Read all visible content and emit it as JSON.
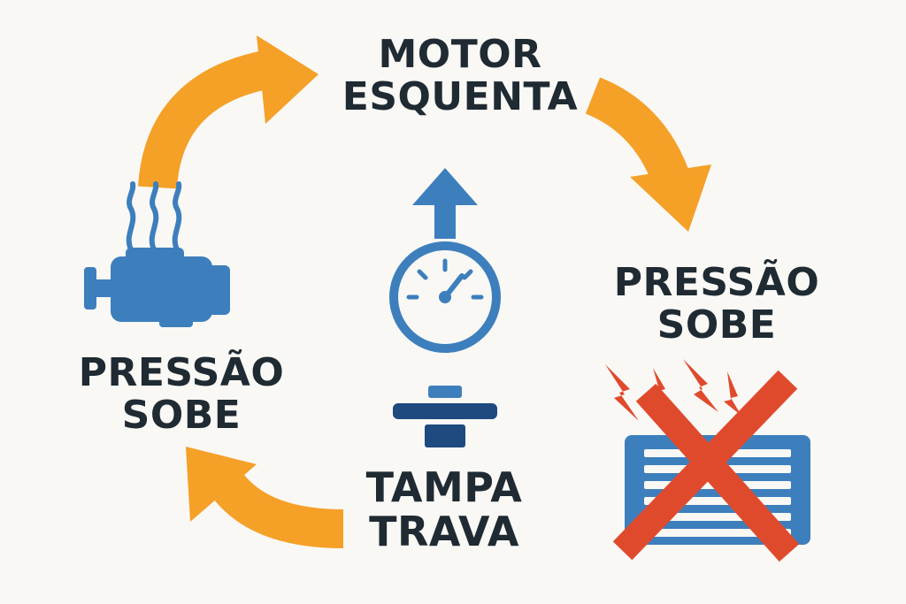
{
  "labels": {
    "top": [
      "MOTOR",
      "ESQUENTA"
    ],
    "left": [
      "PRESSÃO",
      "SOBE"
    ],
    "right": [
      "PRESSÃO",
      "SOBE"
    ],
    "center": [
      "TAMPA",
      "TRAVA"
    ]
  },
  "icons": {
    "engine": "engine-heat-icon",
    "gauge": "pressure-gauge-icon",
    "up_arrow": "arrow-up-icon",
    "cap": "radiator-cap-icon",
    "radiator": "broken-radiator-icon"
  },
  "colors": {
    "cycle_arrows": "#f5a027",
    "icon_blue": "#3d7fbd",
    "cap_navy": "#1e4a7f",
    "cross_red": "#e04a2c",
    "text": "#1f2a32",
    "background": "#f9f8f5"
  }
}
